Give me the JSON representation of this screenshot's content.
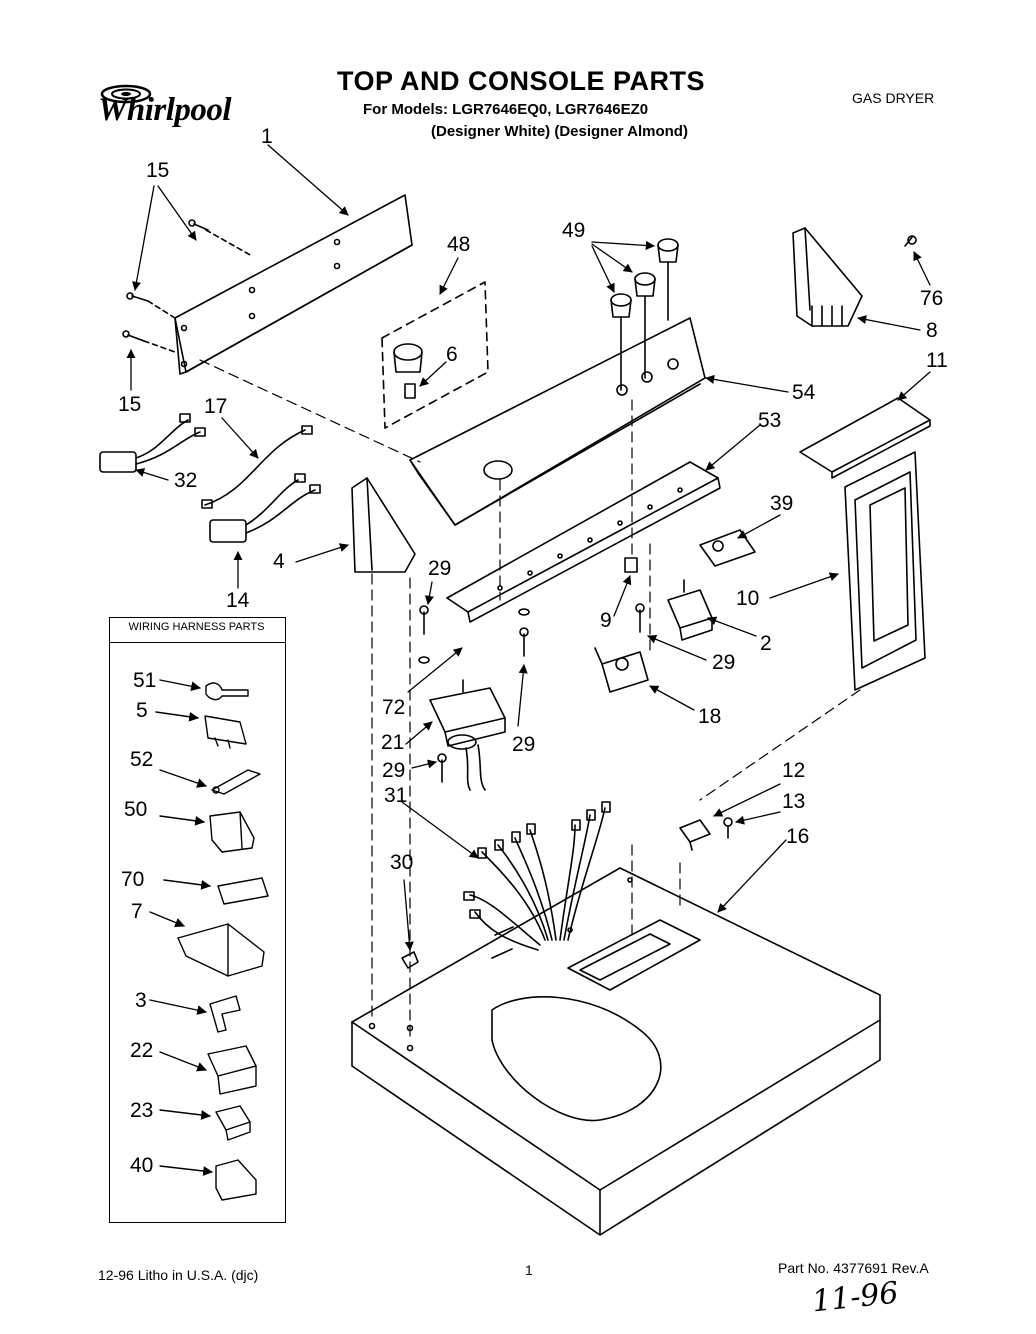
{
  "header": {
    "brand": "Whirlpool",
    "title": "TOP AND CONSOLE PARTS",
    "models_line": "For Models: LGR7646EQ0, LGR7646EZ0",
    "variants_line": "(Designer White) (Designer Almond)",
    "product_type": "GAS DRYER"
  },
  "harness_panel": {
    "title": "WIRING HARNESS PARTS"
  },
  "callouts": [
    {
      "id": "c1",
      "text": "1"
    },
    {
      "id": "c15a",
      "text": "15"
    },
    {
      "id": "c15b",
      "text": "15"
    },
    {
      "id": "c48",
      "text": "48"
    },
    {
      "id": "c49",
      "text": "49"
    },
    {
      "id": "c76",
      "text": "76"
    },
    {
      "id": "c8",
      "text": "8"
    },
    {
      "id": "c6",
      "text": "6"
    },
    {
      "id": "c11",
      "text": "11"
    },
    {
      "id": "c54",
      "text": "54"
    },
    {
      "id": "c17",
      "text": "17"
    },
    {
      "id": "c53",
      "text": "53"
    },
    {
      "id": "c32",
      "text": "32"
    },
    {
      "id": "c39",
      "text": "39"
    },
    {
      "id": "c4",
      "text": "4"
    },
    {
      "id": "c29a",
      "text": "29"
    },
    {
      "id": "c10",
      "text": "10"
    },
    {
      "id": "c9",
      "text": "9"
    },
    {
      "id": "c14",
      "text": "14"
    },
    {
      "id": "c2",
      "text": "2"
    },
    {
      "id": "c29b",
      "text": "29"
    },
    {
      "id": "c72",
      "text": "72"
    },
    {
      "id": "c18",
      "text": "18"
    },
    {
      "id": "c21",
      "text": "21"
    },
    {
      "id": "c29c",
      "text": "29"
    },
    {
      "id": "c29d",
      "text": "29"
    },
    {
      "id": "c12",
      "text": "12"
    },
    {
      "id": "c31",
      "text": "31"
    },
    {
      "id": "c13",
      "text": "13"
    },
    {
      "id": "c16",
      "text": "16"
    },
    {
      "id": "c30",
      "text": "30"
    },
    {
      "id": "h51",
      "text": "51"
    },
    {
      "id": "h5",
      "text": "5"
    },
    {
      "id": "h52",
      "text": "52"
    },
    {
      "id": "h50",
      "text": "50"
    },
    {
      "id": "h70",
      "text": "70"
    },
    {
      "id": "h7",
      "text": "7"
    },
    {
      "id": "h3",
      "text": "3"
    },
    {
      "id": "h22",
      "text": "22"
    },
    {
      "id": "h23",
      "text": "23"
    },
    {
      "id": "h40",
      "text": "40"
    }
  ],
  "footer": {
    "litho": "12-96 Litho in U.S.A. (djc)",
    "page": "1",
    "part_no": "Part No. 4377691 Rev.A",
    "handwritten_note": "11-96"
  }
}
